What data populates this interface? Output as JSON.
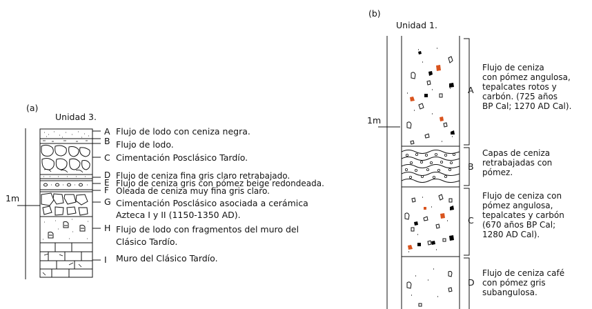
{
  "panel_a": {
    "tag": "(a)",
    "title": "Unidad 3.",
    "scale_label": "1m",
    "layers": [
      {
        "letter": "A",
        "text": "Flujo de lodo con ceniza negra."
      },
      {
        "letter": "B",
        "text": "Flujo de lodo."
      },
      {
        "letter": "C",
        "text": "Cimentación Posclásico Tardío."
      },
      {
        "letter": "D",
        "text": "Flujo de ceniza fina gris claro retrabajado."
      },
      {
        "letter": "E",
        "text": "Flujo de ceniza gris con pómez beige redondeada."
      },
      {
        "letter": "F",
        "text": "Oleada de ceniza muy fina gris claro."
      },
      {
        "letter": "G",
        "text": "Cimentación Posclásico asociada a cerámica\nAzteca I y II (1150-1350 AD)."
      },
      {
        "letter": "H",
        "text": "Flujo de lodo con fragmentos del muro del\nClásico Tardío."
      },
      {
        "letter": "I",
        "text": "Muro del Clásico Tardío."
      }
    ]
  },
  "panel_b": {
    "tag": "(b)",
    "title": "Unidad 1.",
    "scale_label": "1m",
    "layers": [
      {
        "letter": "A",
        "text": "Flujo de ceniza\ncon pómez angulosa,\ntepalcates rotos y\ncarbón. (725 años\nBP Cal; 1270 AD Cal)."
      },
      {
        "letter": "B",
        "text": "Capas de ceniza\nretrabajadas con\npómez."
      },
      {
        "letter": "C",
        "text": "Flujo de ceniza con\npómez angulosa,\ntepalcates y carbón\n(670 años BP Cal;\n1280 AD Cal)."
      },
      {
        "letter": "D",
        "text": "Flujo de ceniza café\ncon pómez gris\nsubangulosa."
      }
    ]
  },
  "colors": {
    "ink": "#111111",
    "tepalcate": "#d9541e",
    "charcoal": "#000000"
  }
}
